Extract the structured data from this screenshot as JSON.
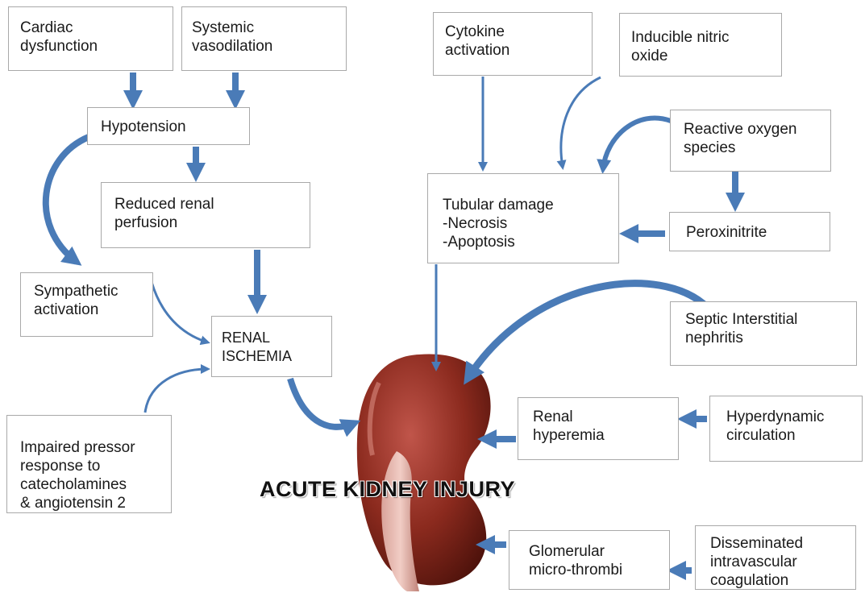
{
  "title": "ACUTE KIDNEY INJURY",
  "boxes": {
    "cardiac_dysfunction": "Cardiac\ndysfunction",
    "systemic_vasodilation": "Systemic\nvasodilation",
    "hypotension": "Hypotension",
    "reduced_renal_perfusion": "Reduced renal\nperfusion",
    "sympathetic_activation": "Sympathetic\nactivation",
    "renal_ischemia": "RENAL\nISCHEMIA",
    "impaired_pressor": "Impaired pressor\nresponse to\ncatecholamines\n& angiotensin 2",
    "cytokine_activation": "Cytokine\nactivation",
    "inducible_nitric_oxide": "Inducible nitric\noxide",
    "reactive_oxygen_species": "Reactive oxygen\nspecies",
    "tubular_damage": "Tubular damage\n-Necrosis\n-Apoptosis",
    "peroxinitrite": "Peroxinitrite",
    "septic_interstitial_nephritis": "Septic Interstitial\nnephritis",
    "renal_hyperemia": "Renal\nhyperemia",
    "hyperdynamic_circulation": "Hyperdynamic\ncirculation",
    "disseminated_coagulation": "Disseminated\nintravascular\ncoagulation",
    "glomerular_microthrombi": "Glomerular\nmicro-thrombi"
  },
  "colors": {
    "arrow": "#4a7bb7",
    "kidney": "#8b2a1e",
    "box_border": "#a9a9a9"
  }
}
